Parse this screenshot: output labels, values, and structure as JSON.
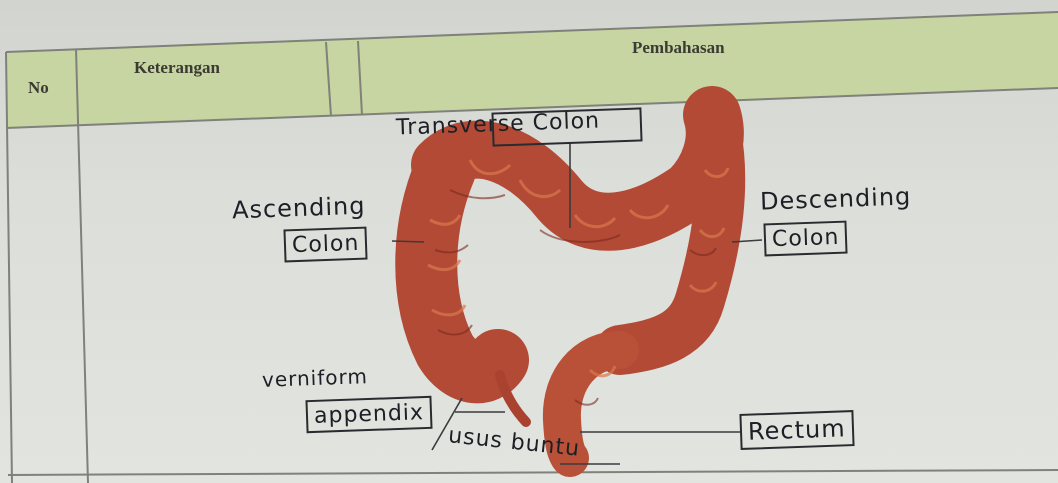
{
  "table": {
    "headers": {
      "no": "No",
      "keterangan": "Keterangan",
      "pembahasan": "Pembahasan"
    }
  },
  "diagram": {
    "labels": {
      "transverse_colon": "Transverse Colon",
      "ascending": "Ascending",
      "ascending_colon": "Colon",
      "descending": "Descending",
      "descending_colon": "Colon",
      "vermiform": "verniform",
      "appendix": "appendix",
      "usus_buntu": "usus buntu",
      "rectum": "Rectum"
    }
  },
  "colors": {
    "header_green": "#c4d4a0",
    "grid_line": "#7f817a",
    "colon": "#b84b36",
    "ink": "#1d1f26"
  }
}
